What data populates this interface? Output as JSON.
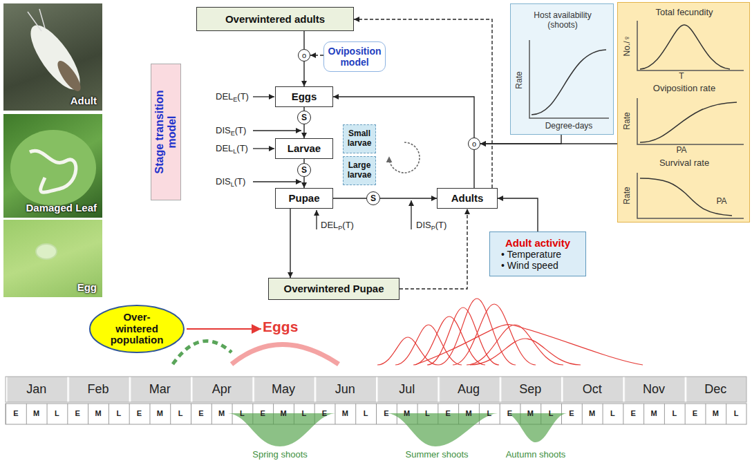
{
  "diagram": {
    "nodes": [
      {
        "text": [
          "Adult"
        ]
      },
      {
        "text": [
          "Damaged Leaf"
        ]
      },
      {
        "text": [
          "Egg"
        ]
      },
      {
        "text": [
          "Stage transition model"
        ]
      },
      {
        "text": [
          "Overwintered adults"
        ]
      },
      {
        "text": [
          "o"
        ]
      },
      {
        "text": [
          "Oviposition model"
        ]
      },
      {
        "text": [
          "Eggs"
        ]
      },
      {
        "text": [
          "S"
        ]
      },
      {
        "text": [
          "Larvae"
        ]
      },
      {
        "text": [
          "Small larvae"
        ]
      },
      {
        "text": [
          "Large larvae"
        ]
      },
      {
        "text": [
          "S"
        ]
      },
      {
        "text": [
          "Pupae"
        ]
      },
      {
        "text": [
          "S"
        ]
      },
      {
        "text": [
          "Adults"
        ]
      },
      {
        "text": [
          "Overwintered Pupae"
        ]
      },
      {
        "text": [
          "o"
        ]
      },
      {
        "text": [
          "Host availability (shoots)",
          "Rate",
          "Degree-days"
        ]
      },
      {
        "text": [
          "Total fecundity",
          "No./♀",
          "T",
          "Oviposition rate",
          "Rate",
          "PA",
          "Survival rate",
          "Rate",
          "PA"
        ]
      },
      {
        "text": [
          "Adult activity",
          "• Temperature",
          "• Wind speed"
        ]
      },
      {
        "text": [
          "Over-wintered population"
        ]
      }
    ],
    "edges": [
      {
        "from": 4,
        "to": 5,
        "arrow": "none"
      },
      {
        "from": 6,
        "to": 5,
        "arrow": "to"
      },
      {
        "from": 5,
        "to": 7,
        "arrow": "to"
      },
      {
        "from": 7,
        "to": 8,
        "arrow": "none"
      },
      {
        "from": 8,
        "to": 9,
        "arrow": "to"
      },
      {
        "from": 9,
        "to": 12,
        "arrow": "none"
      },
      {
        "from": 12,
        "to": 13,
        "arrow": "to"
      },
      {
        "from": 13,
        "to": 14,
        "arrow": "none"
      },
      {
        "from": 14,
        "to": 15,
        "arrow": "to"
      },
      {
        "from": 13,
        "to": 16,
        "arrow": "to"
      },
      {
        "from": 16,
        "to": 15,
        "arrow": "to"
      },
      {
        "from": 15,
        "to": 17,
        "arrow": "none"
      },
      {
        "from": 17,
        "to": 7,
        "arrow": "to"
      },
      {
        "from": 15,
        "to": 4,
        "arrow": "to"
      },
      {
        "from": 18,
        "to": 17,
        "arrow": "to"
      },
      {
        "from": 19,
        "to": 17,
        "arrow": "to"
      },
      {
        "from": 20,
        "to": 15,
        "arrow": "to"
      }
    ],
    "labels": [
      "DELE(T)",
      "DISE(T)",
      "DELL(T)",
      "DISL(T)",
      "DELP(T)",
      "DISP(T)",
      "Eggs",
      "Jan",
      "Feb",
      "Mar",
      "Apr",
      "May",
      "Jun",
      "Jul",
      "Aug",
      "Sep",
      "Oct",
      "Nov",
      "Dec",
      "E",
      "M",
      "L",
      "E",
      "M",
      "L",
      "E",
      "M",
      "L",
      "E",
      "M",
      "L",
      "E",
      "M",
      "L",
      "E",
      "M",
      "L",
      "E",
      "M",
      "L",
      "E",
      "M",
      "L",
      "E",
      "M",
      "L",
      "E",
      "M",
      "L",
      "E",
      "M",
      "L",
      "E",
      "M",
      "L",
      "Spring shoots",
      "Summer shoots",
      "Autumn shoots"
    ]
  }
}
